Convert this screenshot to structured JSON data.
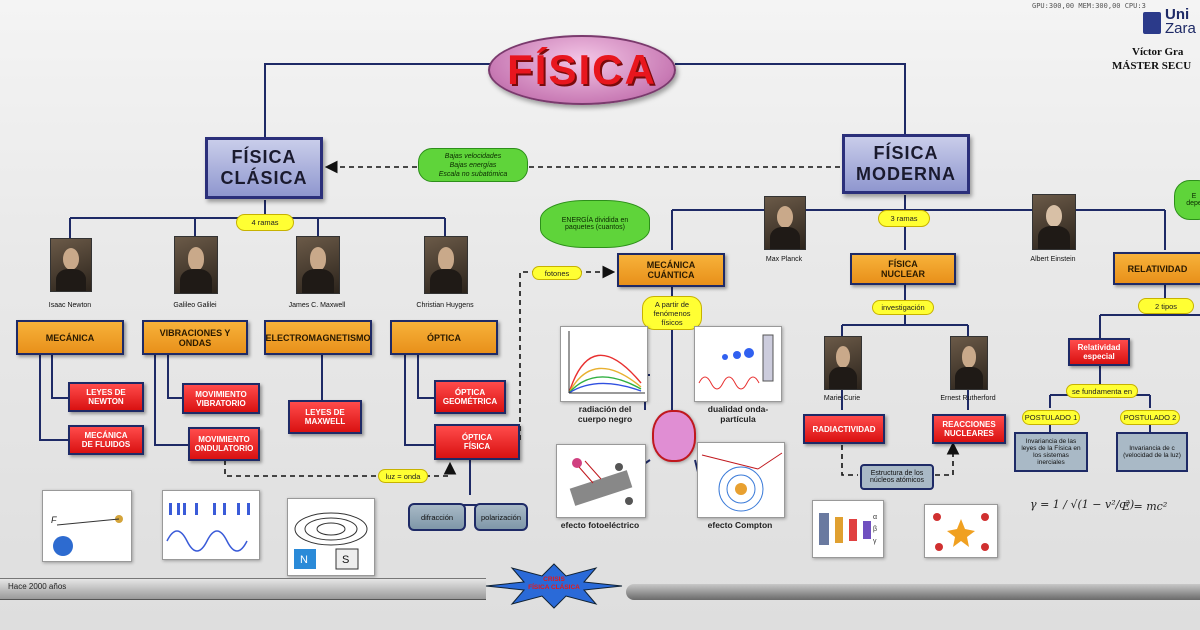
{
  "header": {
    "status": "GPU:300,00 MEM:300,00 CPU:3",
    "university": [
      "Uni",
      "Zara"
    ],
    "author": "Víctor Gra",
    "program": "MÁSTER SECU"
  },
  "title": "FÍSICA",
  "classic": {
    "label": "FÍSICA CLÁSICA",
    "branches_label": "4 ramas",
    "conditions": [
      "Bajas velocidades",
      "Bajas energías",
      "Escala no subatómica"
    ],
    "scientists": [
      "Isaac Newton",
      "Galileo Galilei",
      "James C. Maxwell",
      "Christian Huygens"
    ],
    "branches": [
      "MECÁNICA",
      "VIBRACIONES Y ONDAS",
      "ELECTROMAGNETISMO",
      "ÓPTICA"
    ],
    "sub": {
      "leyes_newton": "LEYES DE NEWTON",
      "mecanica_fluidos": "MECÁNICA DE FLUIDOS",
      "mov_vibratorio": "MOVIMIENTO VIBRATORIO",
      "mov_ondulatorio": "MOVIMIENTO ONDULATORIO",
      "leyes_maxwell": "LEYES DE MAXWELL",
      "optica_geometrica": "ÓPTICA GEOMÉTRICA",
      "optica_fisica": "ÓPTICA FÍSICA"
    },
    "luz_onda": "luz = onda",
    "optica_sub": [
      "difracción",
      "polarización"
    ]
  },
  "modern": {
    "label": "FÍSICA MODERNA",
    "branches_label": "3 ramas",
    "energy_cloud": "ENERGÍA dividida en paquetes (cuantos)",
    "fotones": "fotones",
    "scientists": [
      "Max Planck",
      "Albert Einstein"
    ],
    "branches": [
      "MECÁNICA CUÁNTICA",
      "FÍSICA NUCLEAR",
      "RELATIVIDAD"
    ],
    "quantum_note": "A partir de fenómenos físicos",
    "quantum_phenomena": [
      "radiación del cuerpo negro",
      "dualidad onda-partícula",
      "efecto fotoeléctrico",
      "efecto Compton"
    ],
    "nuclear": {
      "investigacion": "investigación",
      "scientists": [
        "Marie Curie",
        "Ernest Rutherford"
      ],
      "boxes": [
        "RADIACTIVIDAD",
        "REACCIONES NUCLEARES"
      ],
      "estructura": "Estructura de los núcleos atómicos"
    },
    "relativity": {
      "tipos": "2 tipos",
      "especial": "Relatividad especial",
      "fundamenta": "se fundamenta en",
      "postulados": [
        "POSTULADO 1",
        "POSTULADO 2"
      ],
      "postulado_text": [
        "Invariancia de las leyes de la Física en los sistemas inerciales",
        "Invariancia de c (velocidad de la luz)"
      ],
      "formula_gamma": "γ = 1 / √(1 − v²/c²)",
      "formula_energy": "E = mc²",
      "partial_cloud": "E depe"
    }
  },
  "timeline": {
    "start": "Hace 2000 años",
    "crisis": [
      "CRISIS",
      "FÍSICA CLÁSICA"
    ]
  },
  "colors": {
    "navy": "#1e2a66",
    "orange": "#e8901a",
    "red": "#d91111",
    "yellow": "#ffff33",
    "green": "#5fd43a",
    "title_bubble": "#d98fc6"
  }
}
